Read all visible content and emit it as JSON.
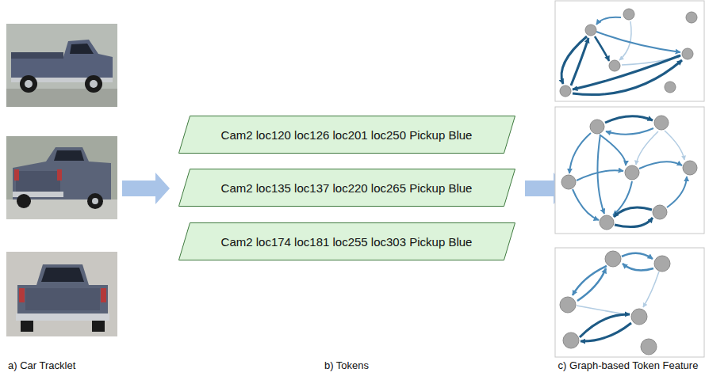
{
  "diagram": {
    "nodes": [
      {
        "text": [
          "Cam2 loc120 loc126 loc201 loc250 Pickup Blue"
        ]
      },
      {
        "text": [
          "Cam2 loc135 loc137 loc220 loc265 Pickup Blue"
        ]
      },
      {
        "text": [
          "Cam2 loc174 loc181 loc255 loc303 Pickup Blue"
        ]
      }
    ],
    "labels": [
      "a) Car Tracklet",
      "b) Tokens",
      "c) Graph-based Token Feature"
    ]
  }
}
